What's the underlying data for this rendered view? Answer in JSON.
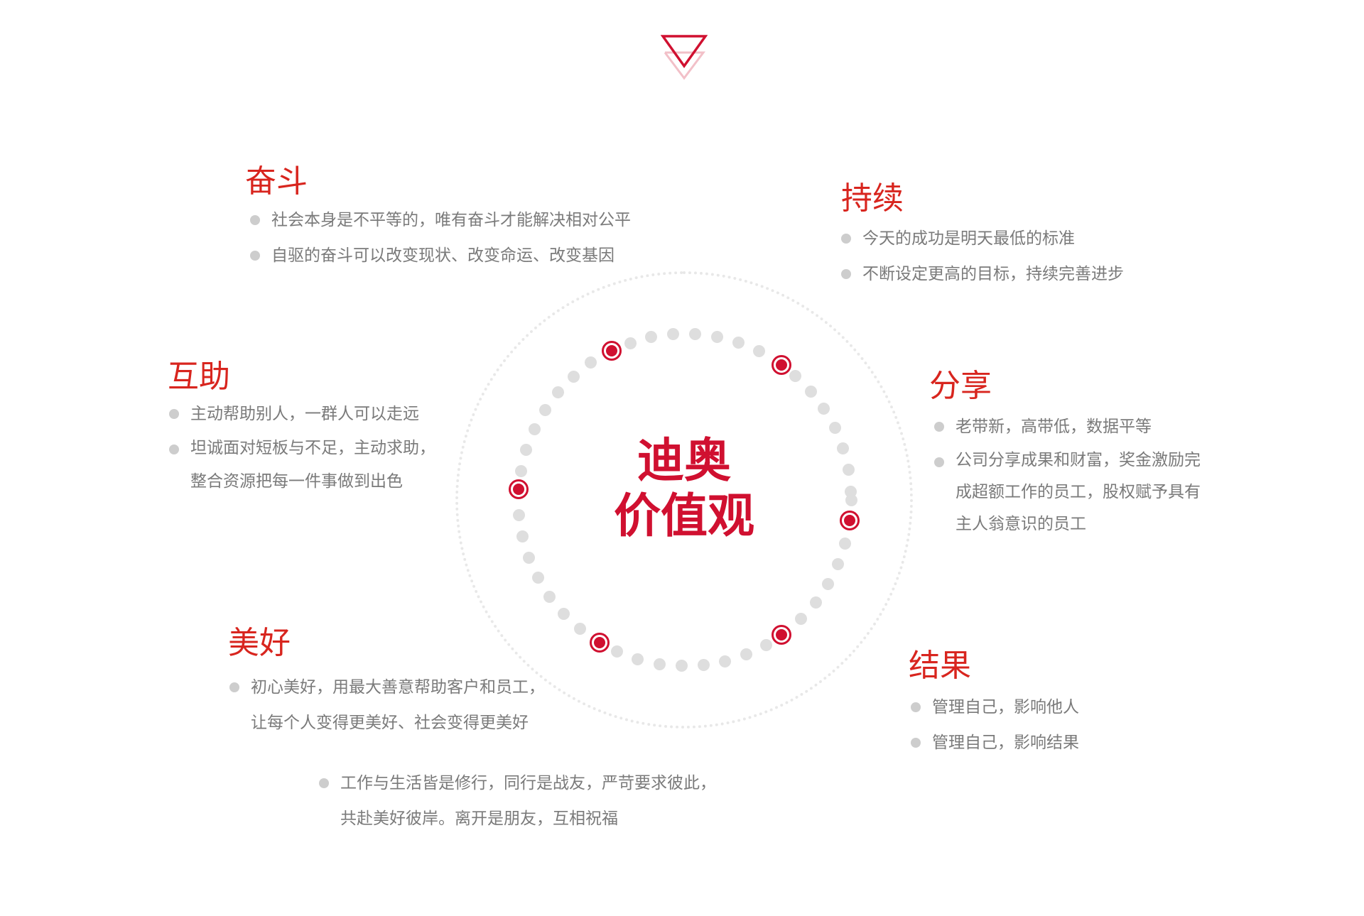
{
  "center_title": {
    "line1": "迪奥",
    "line2": "价值观"
  },
  "accent_color": "#d01030",
  "values": [
    {
      "title": "奋斗",
      "items": [
        [
          "社会本身是不平等的，唯有奋斗才能解决相对公平"
        ],
        [
          "自驱的奋斗可以改变现状、改变命运、改变基因"
        ]
      ]
    },
    {
      "title": "持续",
      "items": [
        [
          "今天的成功是明天最低的标准"
        ],
        [
          "不断设定更高的目标，持续完善进步"
        ]
      ]
    },
    {
      "title": "互助",
      "items": [
        [
          "主动帮助别人，一群人可以走远"
        ],
        [
          "坦诚面对短板与不足，主动求助，",
          "整合资源把每一件事做到出色"
        ]
      ]
    },
    {
      "title": "分享",
      "items": [
        [
          "老带新，高带低，数据平等"
        ],
        [
          "公司分享成果和财富，奖金激励完",
          "成超额工作的员工，股权赋予具有",
          "主人翁意识的员工"
        ]
      ]
    },
    {
      "title": "美好",
      "items": [
        [
          "初心美好，用最大善意帮助客户和员工，",
          "让每个人变得更美好、社会变得更美好"
        ],
        [
          "工作与生活皆是修行，同行是战友，严苛要求彼此，",
          "共赴美好彼岸。离开是朋友，互相祝福"
        ]
      ]
    },
    {
      "title": "结果",
      "items": [
        [
          "管理自己，影响他人"
        ],
        [
          "管理自己，影响结果"
        ]
      ]
    }
  ]
}
